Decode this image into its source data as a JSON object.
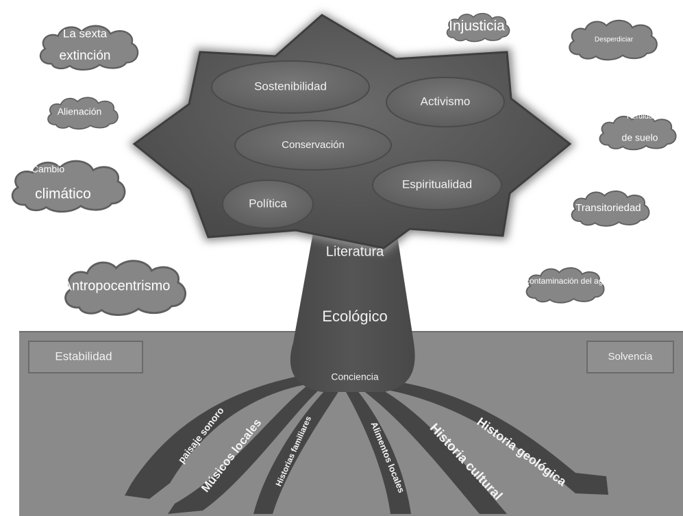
{
  "clouds": {
    "sexta_line1": "La sexta",
    "sexta_line2": "extinción",
    "injusticia": "Injusticia",
    "desperdiciar": "Desperdiciar",
    "alienacion": "Alienación",
    "perdida_line1": "Pérdida",
    "perdida_line2": "de suelo",
    "cambio_line1": "Cambio",
    "cambio_line2": "climático",
    "transitoriedad": "Transitoriedad",
    "antropocentrismo": "Antropocentrismo",
    "contaminacion": "La contaminación del agua"
  },
  "canopy": {
    "sostenibilidad": "Sostenibilidad",
    "activismo": "Activismo",
    "conservacion": "Conservación",
    "espiritualidad": "Espiritualidad",
    "politica": "Política"
  },
  "trunk": {
    "literatura": "Literatura",
    "ecologico": "Ecológico",
    "conciencia": "Conciencia"
  },
  "ground": {
    "estabilidad": "Estabilidad",
    "solvencia": "Solvencia"
  },
  "roots": {
    "paisaje": "paisaje sonoro",
    "musicos": "Músicos locales",
    "familiares": "Historias familiares",
    "alimentos": "Alimentos locales",
    "cultural": "Historia cultural",
    "geologica": "Historia geológica"
  }
}
